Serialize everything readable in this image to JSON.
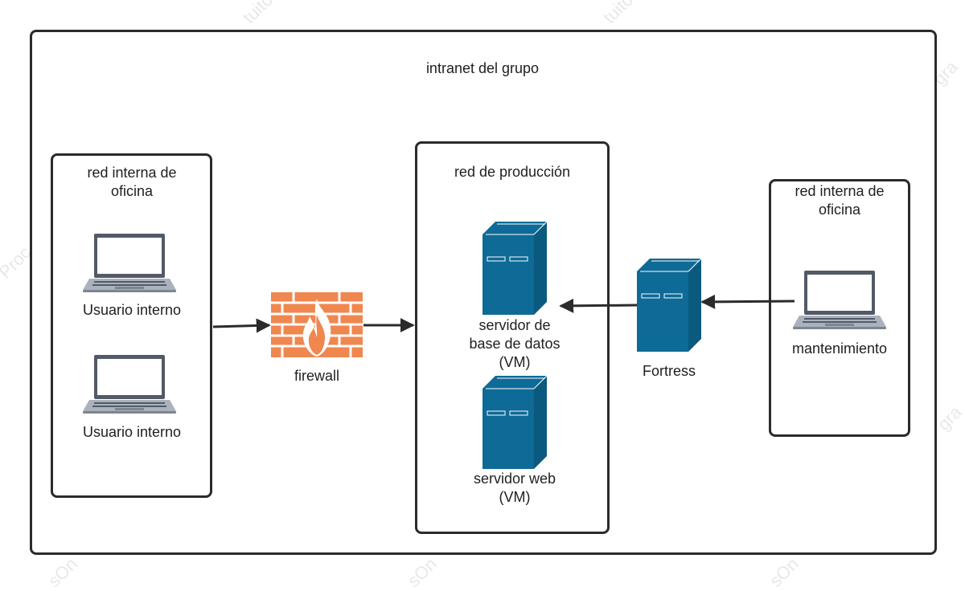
{
  "outer_title": "intranet del grupo",
  "left_group": {
    "title": "red interna de\noficina",
    "laptop1_label": "Usuario interno",
    "laptop2_label": "Usuario interno"
  },
  "firewall_label": "firewall",
  "center_group": {
    "title": "red de producción",
    "db_server_label": "servidor de\nbase de datos\n(VM)",
    "web_server_label": "servidor web\n(VM)"
  },
  "fortress_label": "Fortress",
  "right_group": {
    "title": "red interna de\noficina",
    "laptop_label": "mantenimiento"
  },
  "colors": {
    "server": "#0e6a96",
    "firewall": "#f0874f",
    "laptop": "#525a66"
  },
  "icons": [
    "laptop-icon",
    "firewall-icon",
    "server-icon"
  ],
  "watermarks": [
    "tuito",
    "tuito",
    "Proc",
    "sOn",
    "sOn",
    "sOn",
    "gra",
    "gra"
  ]
}
